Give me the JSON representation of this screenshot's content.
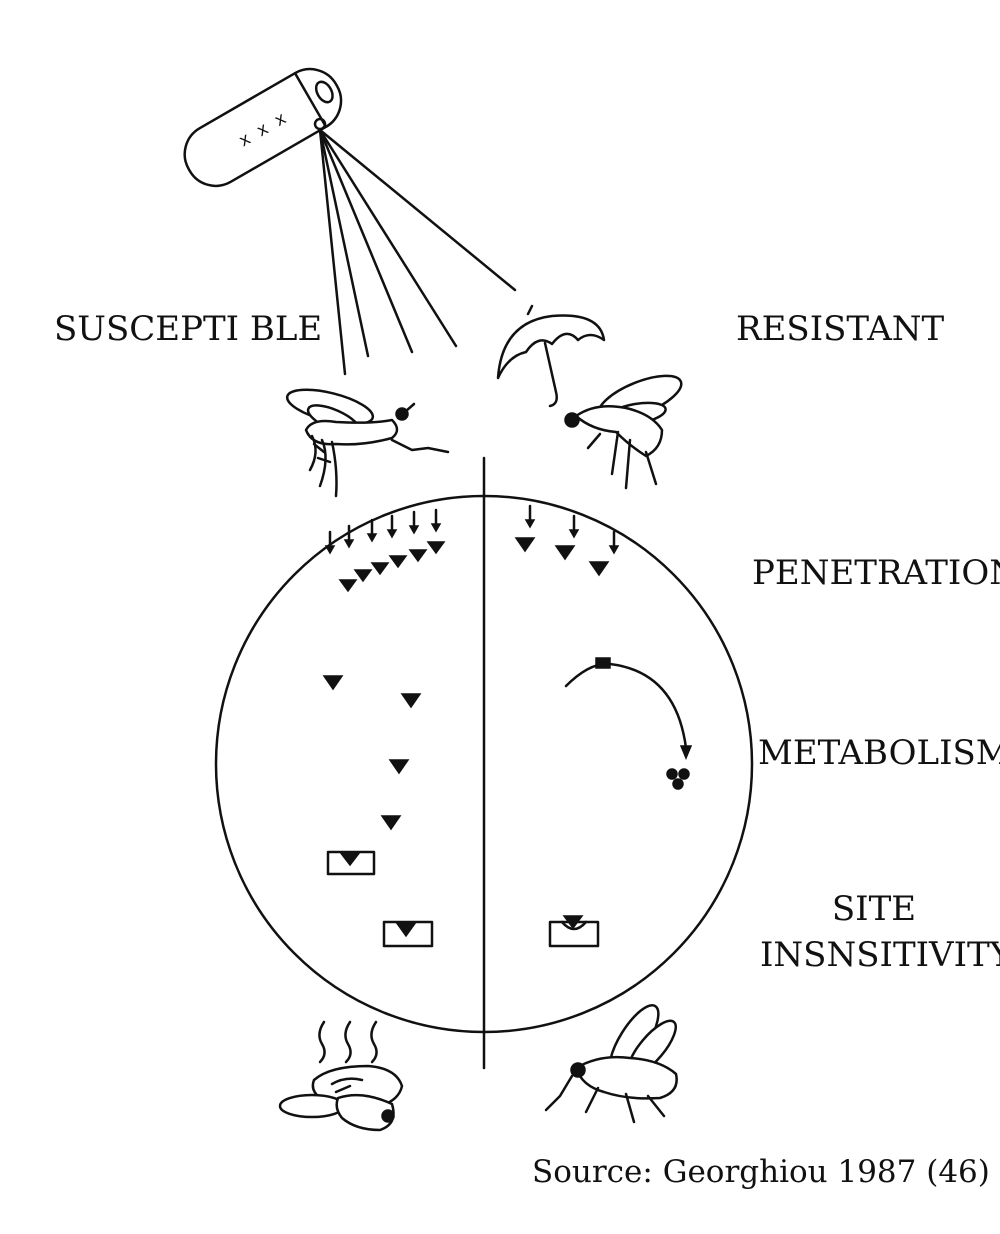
{
  "labels": {
    "susceptible": "SUSCEPTI BLE",
    "resistant": "RESISTANT",
    "penetration": "PENETRATION",
    "metabolism": "METABOLISM",
    "site_line1": "SITE",
    "site_line2": "INSNSITIVITY"
  },
  "can_marking": "x x x",
  "source": "Source: Georghiou 1987 (46)"
}
